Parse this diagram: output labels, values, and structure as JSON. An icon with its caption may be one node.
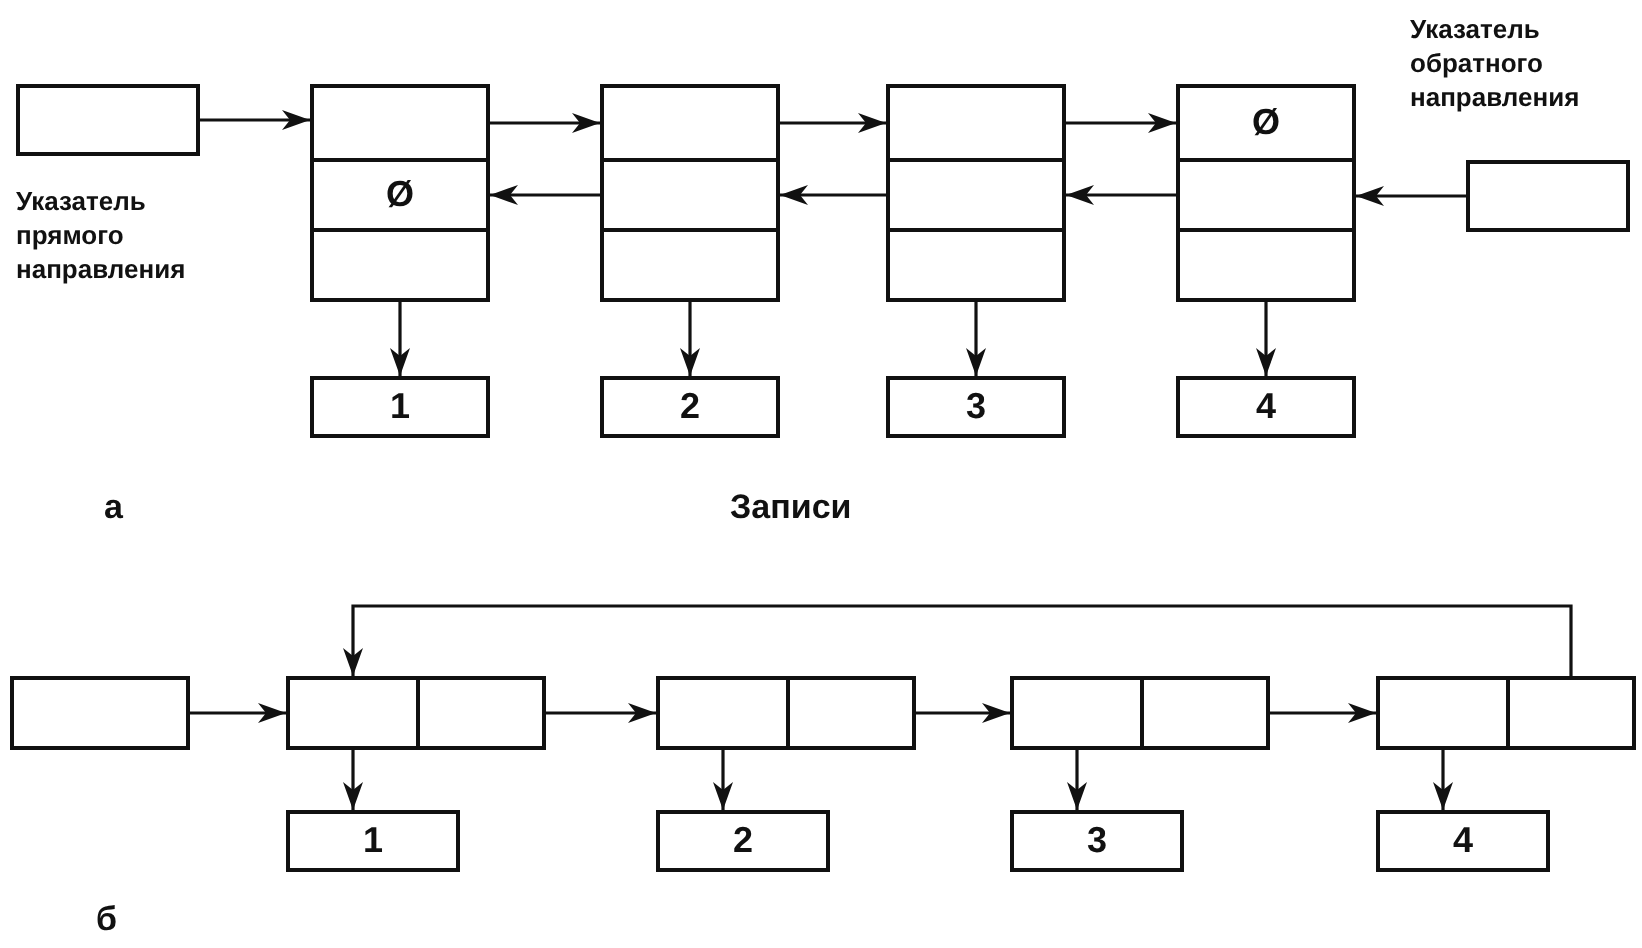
{
  "diagram": {
    "nodes": [
      {
        "text": [],
        "shape": "box",
        "beside": [
          "Указатель прямого направления"
        ]
      },
      {
        "text": [],
        "shape": "box"
      },
      {
        "text": [
          "Ø"
        ]
      },
      {
        "text": [],
        "shape": "box"
      },
      {
        "text": [],
        "shape": "box"
      },
      {
        "text": [],
        "shape": "box"
      },
      {
        "text": [],
        "shape": "box"
      },
      {
        "text": [],
        "shape": "box"
      },
      {
        "text": [],
        "shape": "box"
      },
      {
        "text": [],
        "shape": "box"
      },
      {
        "text": [
          "Ø"
        ]
      },
      {
        "text": [],
        "shape": "box"
      },
      {
        "text": [],
        "shape": "box"
      },
      {
        "text": [],
        "shape": "box",
        "beside": [
          "Указатель обратного направления"
        ]
      },
      {
        "text": [
          "1"
        ]
      },
      {
        "text": [
          "2"
        ]
      },
      {
        "text": [
          "3"
        ]
      },
      {
        "text": [
          "4"
        ]
      },
      {
        "text": [],
        "shape": "box"
      },
      {
        "text": [],
        "shape": "box"
      },
      {
        "text": [],
        "shape": "box"
      },
      {
        "text": [],
        "shape": "box"
      },
      {
        "text": [],
        "shape": "box"
      },
      {
        "text": [],
        "shape": "box"
      },
      {
        "text": [],
        "shape": "box"
      },
      {
        "text": [],
        "shape": "box"
      },
      {
        "text": [],
        "shape": "box"
      },
      {
        "text": [
          "1"
        ]
      },
      {
        "text": [
          "2"
        ]
      },
      {
        "text": [
          "3"
        ]
      },
      {
        "text": [
          "4"
        ]
      }
    ],
    "edges": [
      {
        "from": 0,
        "to": 1,
        "arrow": "to"
      },
      {
        "from": 1,
        "to": 4,
        "arrow": "to"
      },
      {
        "from": 4,
        "to": 7,
        "arrow": "to"
      },
      {
        "from": 7,
        "to": 10,
        "arrow": "to"
      },
      {
        "from": 13,
        "to": 11,
        "arrow": "to"
      },
      {
        "from": 11,
        "to": 8,
        "arrow": "to"
      },
      {
        "from": 8,
        "to": 5,
        "arrow": "to"
      },
      {
        "from": 5,
        "to": 2,
        "arrow": "to"
      },
      {
        "from": 3,
        "to": 14,
        "arrow": "to"
      },
      {
        "from": 6,
        "to": 15,
        "arrow": "to"
      },
      {
        "from": 9,
        "to": 16,
        "arrow": "to"
      },
      {
        "from": 12,
        "to": 17,
        "arrow": "to"
      },
      {
        "from": 18,
        "to": 19,
        "arrow": "to"
      },
      {
        "from": 20,
        "to": 21,
        "arrow": "to"
      },
      {
        "from": 22,
        "to": 23,
        "arrow": "to"
      },
      {
        "from": 24,
        "to": 25,
        "arrow": "to"
      },
      {
        "from": 26,
        "to": 19,
        "arrow": "to"
      },
      {
        "from": 19,
        "to": 27,
        "arrow": "to"
      },
      {
        "from": 21,
        "to": 28,
        "arrow": "to"
      },
      {
        "from": 23,
        "to": 29,
        "arrow": "to"
      },
      {
        "from": 25,
        "to": 30,
        "arrow": "to"
      }
    ],
    "labels": [
      "а",
      "Записи",
      "б"
    ]
  }
}
